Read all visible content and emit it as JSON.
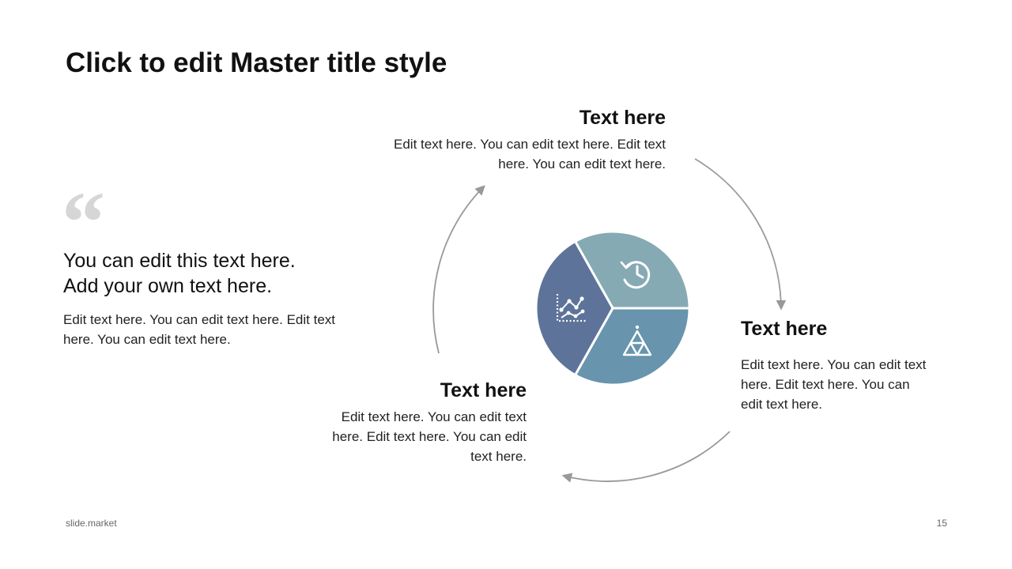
{
  "slide": {
    "title": "Click to edit Master title style",
    "quote_mark": "“",
    "lead_line1": "You can edit this text here.",
    "lead_line2": "Add your own text here.",
    "lead_body": "Edit text here. You can edit text here. Edit text here. You can edit text here.",
    "footer_left": "slide.market",
    "page_number": "15"
  },
  "blocks": {
    "top": {
      "heading": "Text here",
      "body": "Edit text here. You can edit text here. Edit text here. You can edit text here."
    },
    "right": {
      "heading": "Text here",
      "body": "Edit text here. You can edit text here. Edit text here. You can edit text here."
    },
    "bottom": {
      "heading": "Text here",
      "body": "Edit text here. You can edit text here. Edit text here. You can edit text here."
    }
  },
  "pie": {
    "segments": [
      {
        "name": "top-right",
        "color": "#86aab4",
        "icon": "history-icon"
      },
      {
        "name": "bottom-right",
        "color": "#6894ad",
        "icon": "triangle-icon"
      },
      {
        "name": "left",
        "color": "#5e7399",
        "icon": "line-chart-icon"
      }
    ],
    "arrow_color": "#999999"
  }
}
